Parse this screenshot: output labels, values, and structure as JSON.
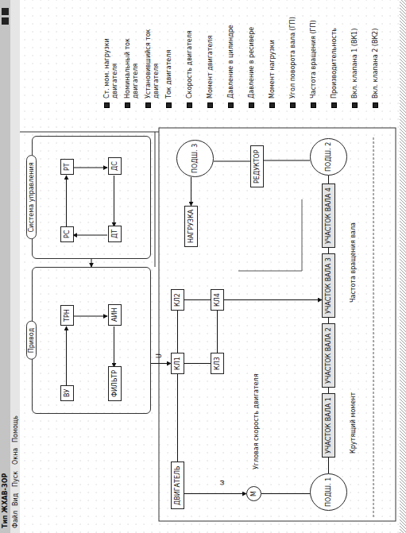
{
  "diagram": {
    "nodes": [
      {
        "text": [
          "Привод"
        ]
      },
      {
        "text": [
          "ВУ"
        ],
        "in": 0
      },
      {
        "text": [
          "ТРН"
        ],
        "in": 0
      },
      {
        "text": [
          "ФИЛЬТР"
        ],
        "in": 0
      },
      {
        "text": [
          "АИН"
        ],
        "in": 0
      },
      {
        "text": [
          "Система управления"
        ]
      },
      {
        "text": [
          "РС"
        ],
        "in": 5
      },
      {
        "text": [
          "РТ"
        ],
        "in": 5
      },
      {
        "text": [
          "ДТ"
        ],
        "in": 5
      },
      {
        "text": [
          "ДС"
        ],
        "in": 5
      },
      {
        "text": [
          "ДВИГАТЕЛЬ"
        ]
      },
      {
        "text": [
          "КЛ1"
        ]
      },
      {
        "text": [
          "КЛ2"
        ]
      },
      {
        "text": [
          "КЛ3"
        ]
      },
      {
        "text": [
          "КЛ4"
        ]
      },
      {
        "text": [
          "М"
        ]
      },
      {
        "text": [
          "ПОДШ. 1"
        ]
      },
      {
        "text": [
          "УЧАСТОК ВАЛА 1"
        ]
      },
      {
        "text": [
          "УЧАСТОК ВАЛА 2"
        ]
      },
      {
        "text": [
          "УЧАСТОК ВАЛА 3"
        ]
      },
      {
        "text": [
          "УЧАСТОК ВАЛА 4"
        ]
      },
      {
        "text": [
          "ПОДШ. 2"
        ]
      },
      {
        "text": [
          "РЕДУКТОР"
        ]
      },
      {
        "text": [
          "ПОДШ. 3"
        ]
      },
      {
        "text": [
          "НАГРУЗКА"
        ]
      }
    ],
    "edges": [
      {
        "from": 5,
        "to": 0,
        "arrow": "to"
      },
      {
        "from": 0,
        "to": 11,
        "arrow": "to"
      },
      {
        "from": 1,
        "to": 2,
        "arrow": "to"
      },
      {
        "from": 2,
        "to": 4,
        "arrow": "to"
      },
      {
        "from": 4,
        "to": 3,
        "arrow": "to"
      },
      {
        "from": 6,
        "to": 7,
        "arrow": "to"
      },
      {
        "from": 7,
        "to": 9,
        "arrow": "to"
      },
      {
        "from": 9,
        "to": 8,
        "arrow": "to"
      },
      {
        "from": 8,
        "to": 6,
        "arrow": "to"
      },
      {
        "from": 10,
        "to": 11,
        "arrow": "none"
      },
      {
        "from": 11,
        "to": 12,
        "arrow": "none"
      },
      {
        "from": 11,
        "to": 13,
        "arrow": "none"
      },
      {
        "from": 12,
        "to": 14,
        "arrow": "none"
      },
      {
        "from": 13,
        "to": 14,
        "arrow": "none"
      },
      {
        "from": 14,
        "to": 19,
        "arrow": "to"
      },
      {
        "from": 10,
        "to": 15,
        "arrow": "to"
      },
      {
        "from": 15,
        "to": 16,
        "arrow": "none"
      },
      {
        "from": 16,
        "to": 17,
        "arrow": "none"
      },
      {
        "from": 17,
        "to": 18,
        "arrow": "none"
      },
      {
        "from": 18,
        "to": 19,
        "arrow": "none"
      },
      {
        "from": 19,
        "to": 20,
        "arrow": "none"
      },
      {
        "from": 20,
        "to": 21,
        "arrow": "none"
      },
      {
        "from": 21,
        "to": 22,
        "arrow": "none"
      },
      {
        "from": 22,
        "to": 23,
        "arrow": "none"
      },
      {
        "from": 23,
        "to": 24,
        "arrow": "to"
      }
    ],
    "labels": [
      "Тип ЖХАВ-ЗОР",
      "Файл",
      "Вид",
      "Пуск",
      "Окна",
      "Помощь",
      "Угловая скорость двигателя",
      "Крутящий момент",
      "Частота вращения вала",
      "U",
      "ω"
    ],
    "legend": [
      {
        "text": "Ст. мом. нагрузки двигателя",
        "color": "#222222"
      },
      {
        "text": "Номинальный ток двигателя",
        "color": "#222222"
      },
      {
        "text": "Установившийся ток двигателя",
        "color": "#222222"
      },
      {
        "text": "Ток двигателя",
        "color": "#222222"
      },
      {
        "text": "Скорость двигателя",
        "color": "#222222"
      },
      {
        "text": "Момент двигателя",
        "color": "#222222"
      },
      {
        "text": "Давление в цилиндре",
        "color": "#222222"
      },
      {
        "text": "Давление в ресивере",
        "color": "#222222"
      },
      {
        "text": "Момент нагрузки",
        "color": "#222222"
      },
      {
        "text": "Угол поворота вала (ГП)",
        "color": "#222222"
      },
      {
        "text": "Частота вращения (ГП)",
        "color": "#222222"
      },
      {
        "text": "Производительность",
        "color": "#222222"
      },
      {
        "text": "Вкл. клапана 1 (ВК1)",
        "color": "#222222"
      },
      {
        "text": "Вкл. клапана 2 (ВК2)",
        "color": "#222222"
      }
    ]
  }
}
